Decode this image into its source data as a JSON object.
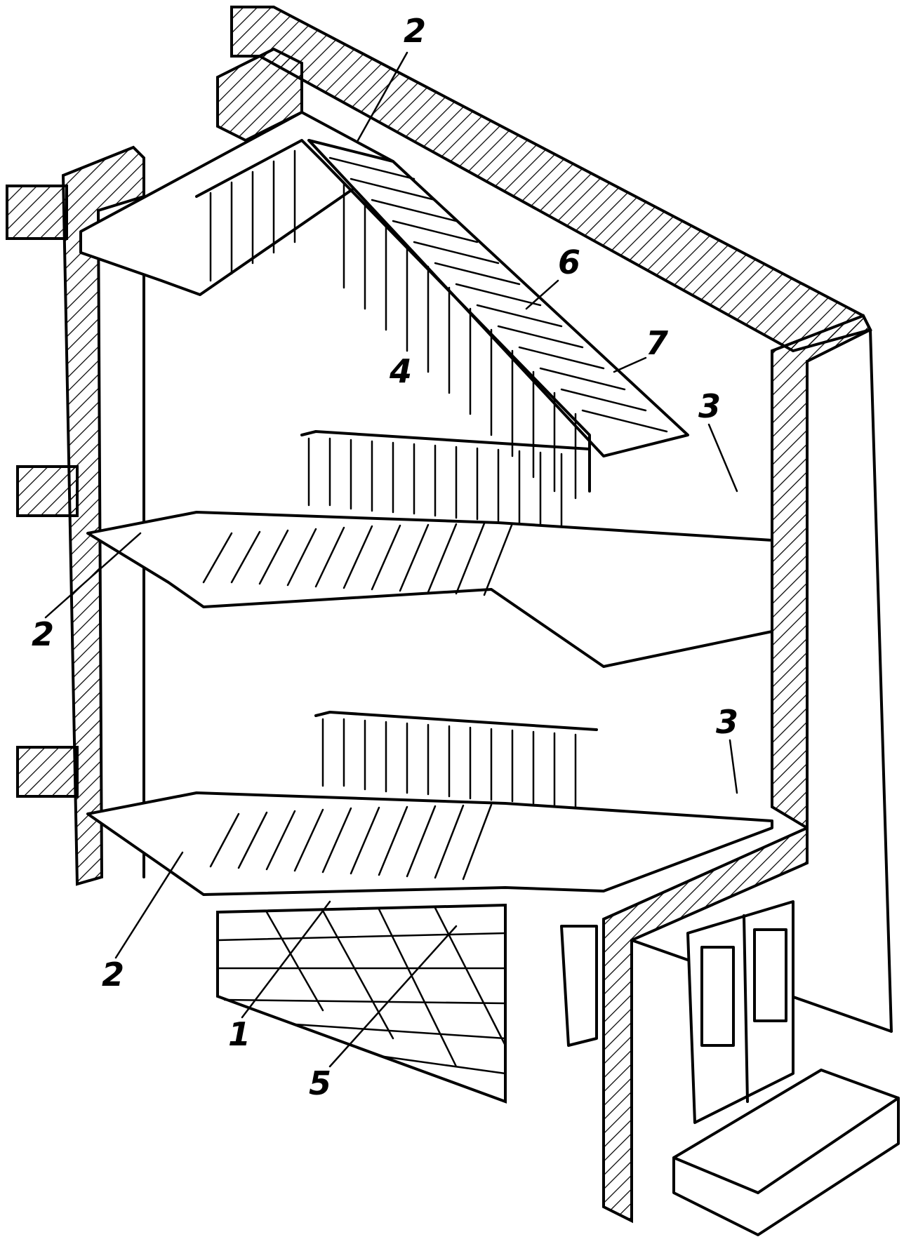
{
  "diagram": {
    "labels": [
      {
        "id": "label-2-top",
        "text": "2"
      },
      {
        "id": "label-6",
        "text": "6"
      },
      {
        "id": "label-7",
        "text": "7"
      },
      {
        "id": "label-4",
        "text": "4"
      },
      {
        "id": "label-3-upper",
        "text": "3"
      },
      {
        "id": "label-2-middle",
        "text": "2"
      },
      {
        "id": "label-3-lower",
        "text": "3"
      },
      {
        "id": "label-2-bottom",
        "text": "2"
      },
      {
        "id": "label-1",
        "text": "1"
      },
      {
        "id": "label-5",
        "text": "5"
      }
    ]
  }
}
